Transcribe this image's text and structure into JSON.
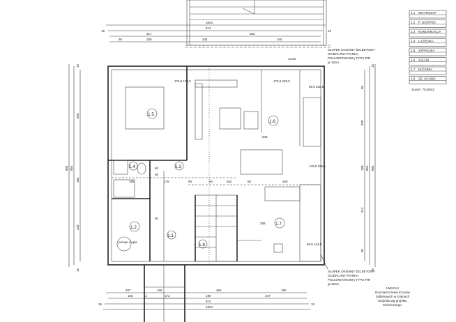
{
  "level_mark": "±0,02",
  "dims_top": {
    "total_outer": "1004",
    "total_inner": "974",
    "edge": "15",
    "seg1": [
      "317",
      "582"
    ],
    "seg2": [
      "95",
      "180",
      "334",
      "340"
    ]
  },
  "dims_bottom": {
    "total_outer": "1004",
    "total_inner": "974",
    "edge": "15",
    "seg1": [
      "207",
      "180",
      "462",
      "180"
    ],
    "seg2": [
      "165",
      "12",
      "172",
      "180",
      "347"
    ]
  },
  "dims_left": {
    "outer": "884",
    "inner": "854",
    "edge": "15",
    "segs": [
      "350",
      "184",
      "233"
    ]
  },
  "dims_right": {
    "outer": "884",
    "inner": "854",
    "edge": "15",
    "segs": [
      "90",
      "330",
      "180",
      "214",
      "90"
    ]
  },
  "rooms": [
    {
      "id": "1.5"
    },
    {
      "id": "1.6"
    },
    {
      "id": "1.4"
    },
    {
      "id": "1.3"
    },
    {
      "id": "1.2"
    },
    {
      "id": "1.1"
    },
    {
      "id": "1.8"
    },
    {
      "id": "1.7"
    }
  ],
  "inner_dims": [
    "165",
    "90",
    "176",
    "90",
    "90",
    "582",
    "66",
    "208",
    "258",
    "548",
    "90",
    "80"
  ],
  "windows": [
    "176,5\n178,5",
    "176,5\n228,5",
    "86,5\n228,5",
    "176,5\n228,5",
    "86,5\n143,5"
  ],
  "pump_label": "pompa ciepła",
  "column_note": [
    "SŁUPEK OKIENNY ŻELBETOWY",
    "OCIEPLONY PIANKĄ",
    "POLIURETANOWĄ TYPU PIR",
    "gr.15cm."
  ],
  "legend": {
    "rows": [
      {
        "no": "1.1",
        "name": "WIATROŁAP"
      },
      {
        "no": "1.2",
        "name": "P. GOSPOD."
      },
      {
        "no": "1.3",
        "name": "KOMUNIKACJA"
      },
      {
        "no": "1.4",
        "name": "ŁAZIENKA"
      },
      {
        "no": "1.5",
        "name": "SYPIALNIA"
      },
      {
        "no": "1.6",
        "name": "SALON"
      },
      {
        "no": "1.7",
        "name": "KUCHNIA"
      },
      {
        "no": "1.8",
        "name": "SZ. SCHOD."
      }
    ],
    "sum": "SUMA: 70,08m2"
  },
  "note": [
    "UWAGA!",
    "Rozmieszczenie trzonów",
    "żelbetowych w ścianach",
    "budynku wg projektu",
    "technicznego."
  ]
}
